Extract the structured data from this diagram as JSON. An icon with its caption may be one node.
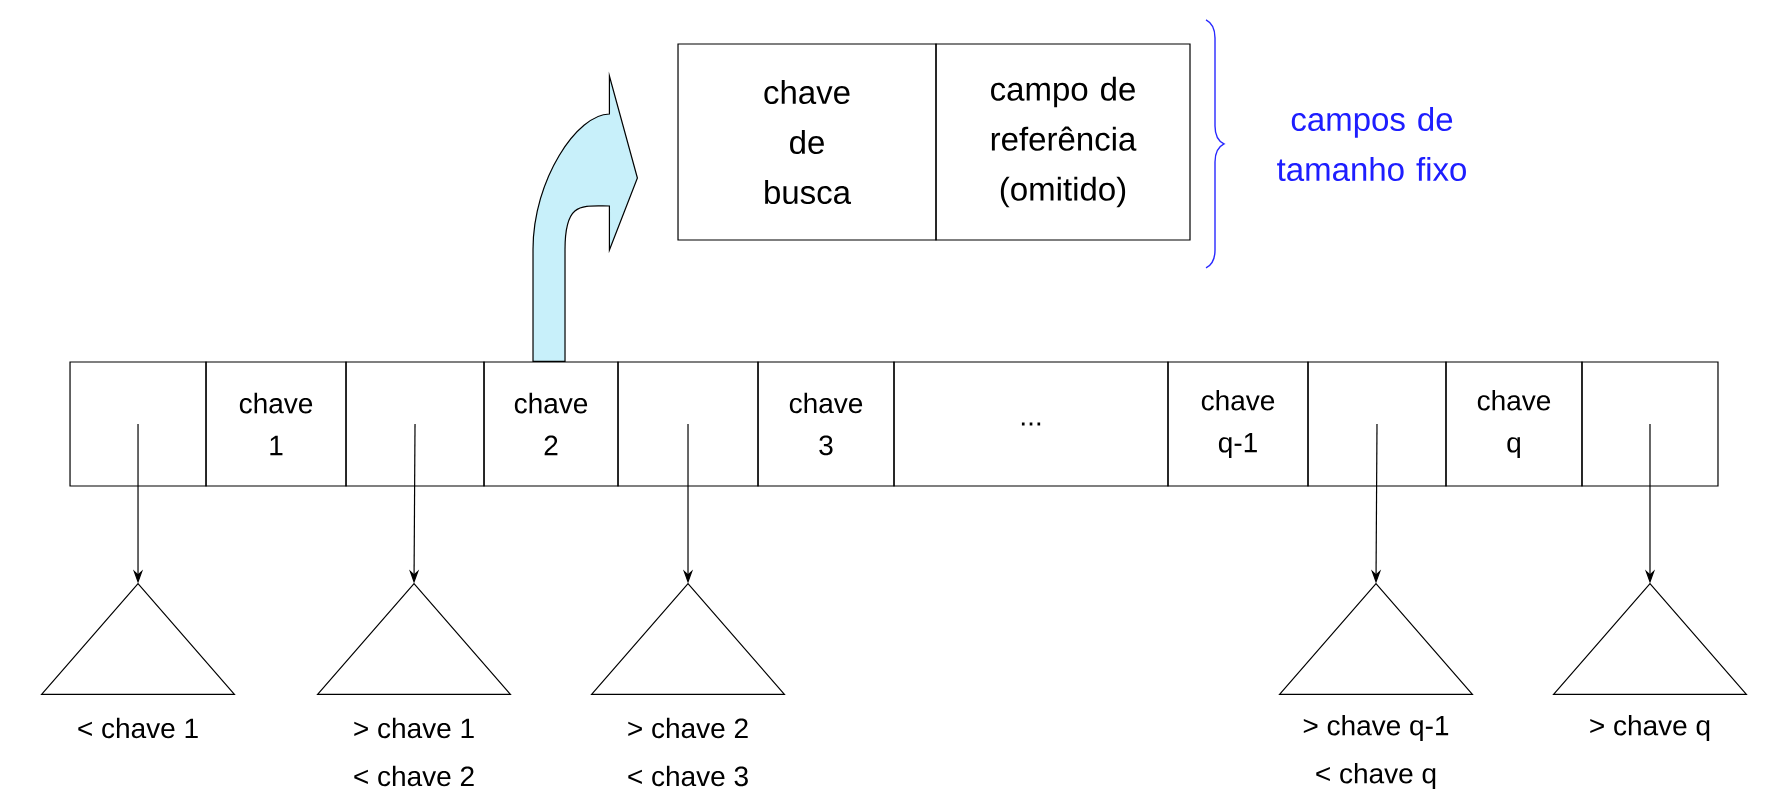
{
  "diagram": {
    "nodes": [
      {
        "text": [],
        "shape": "box"
      },
      {
        "text": [
          "chave 1"
        ]
      },
      {
        "text": [],
        "shape": "box"
      },
      {
        "text": [
          "chave 2"
        ]
      },
      {
        "text": [],
        "shape": "box"
      },
      {
        "text": [
          "chave 3"
        ]
      },
      {
        "text": [
          "..."
        ]
      },
      {
        "text": [
          "chave q-1"
        ]
      },
      {
        "text": [],
        "shape": "box"
      },
      {
        "text": [
          "chave q"
        ]
      },
      {
        "text": [],
        "shape": "box"
      },
      {
        "text": [],
        "shape": "triangle",
        "beside": [
          "< chave 1"
        ]
      },
      {
        "text": [],
        "shape": "triangle",
        "beside": [
          "> chave 1",
          "< chave 2"
        ]
      },
      {
        "text": [],
        "shape": "triangle",
        "beside": [
          "> chave 2",
          "< chave 3"
        ]
      },
      {
        "text": [],
        "shape": "triangle",
        "beside": [
          "> chave q-1",
          "< chave q"
        ]
      },
      {
        "text": [],
        "shape": "triangle",
        "beside": [
          "> chave q"
        ]
      },
      {
        "text": [
          "chave de busca"
        ]
      },
      {
        "text": [
          "campo de referência (omitido)"
        ]
      }
    ],
    "edges": [
      {
        "from": 0,
        "to": 11,
        "arrow": "to"
      },
      {
        "from": 2,
        "to": 12,
        "arrow": "to"
      },
      {
        "from": 4,
        "to": 13,
        "arrow": "to"
      },
      {
        "from": 8,
        "to": 14,
        "arrow": "to"
      },
      {
        "from": 10,
        "to": 15,
        "arrow": "to"
      },
      {
        "from": 3,
        "to": 16,
        "arrow": "to",
        "color": "#c8f0fa"
      }
    ],
    "labels": [
      "campos de tamanho fixo"
    ]
  }
}
